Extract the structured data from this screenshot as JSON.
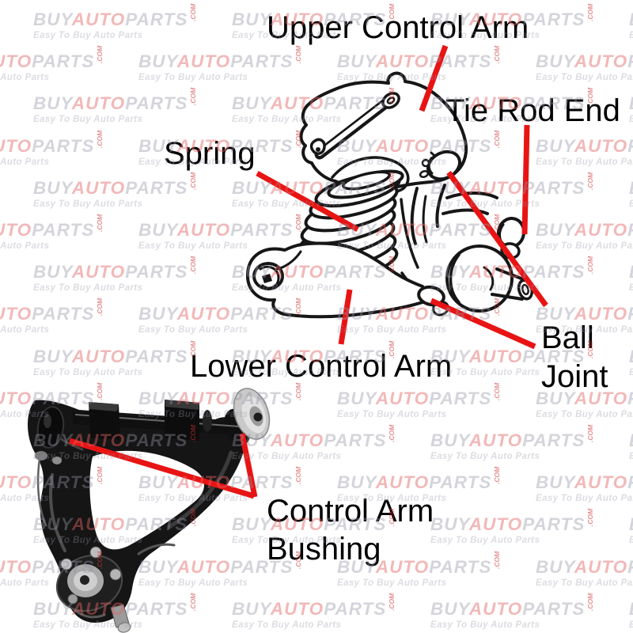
{
  "labels": [
    {
      "id": "upper-control-arm",
      "text": "Upper Control Arm"
    },
    {
      "id": "tie-rod-end",
      "text": "Tie Rod End"
    },
    {
      "id": "spring",
      "text": "Spring"
    },
    {
      "id": "ball-joint",
      "lines": [
        "Ball",
        "Joint"
      ]
    },
    {
      "id": "lower-control-arm",
      "text": "Lower Control Arm"
    },
    {
      "id": "control-arm-bushing",
      "lines": [
        "Control Arm",
        "Bushing"
      ]
    }
  ],
  "leader_color": "#e81414",
  "watermark": {
    "brand_parts": [
      "BUY",
      "AUTO",
      "PARTS"
    ],
    "suffix": ".COM",
    "tagline": "Easy To Buy Auto Parts"
  },
  "colors": {
    "wm-gray": "rgba(148,148,164,0.40)",
    "wm-pink": "rgba(226,98,98,0.45)",
    "wm-red": "rgba(205,50,50,0.55)",
    "wm-tag": "rgba(150,150,168,0.33)",
    "line-art": "#161616"
  }
}
